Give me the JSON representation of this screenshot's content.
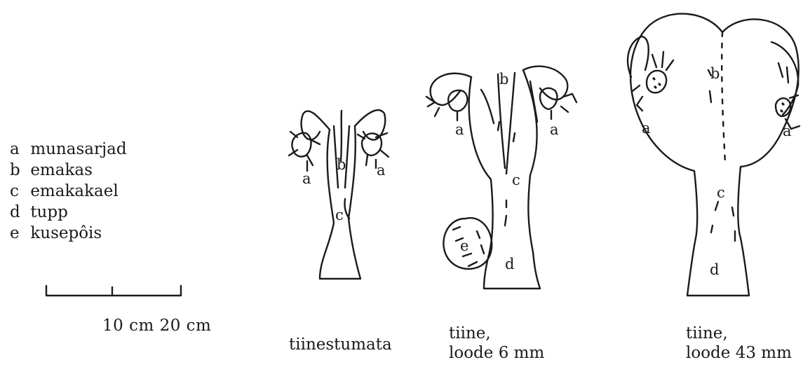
{
  "legend": [
    {
      "key": "a",
      "text": "munasarjad"
    },
    {
      "key": "b",
      "text": "emakas"
    },
    {
      "key": "c",
      "text": "emakakael"
    },
    {
      "key": "d",
      "text": "tupp"
    },
    {
      "key": "e",
      "text": "kusepôis"
    }
  ],
  "scale": {
    "label": "10 cm  20 cm"
  },
  "specimens": [
    {
      "caption_line1": "tiinestumata",
      "caption_line2": "",
      "part_labels": [
        "a",
        "b",
        "a",
        "c"
      ]
    },
    {
      "caption_line1": "tiine,",
      "caption_line2": "loode 6 mm",
      "part_labels": [
        "a",
        "b",
        "a",
        "c",
        "e",
        "d"
      ]
    },
    {
      "caption_line1": "tiine,",
      "caption_line2": "loode 43 mm",
      "part_labels": [
        "a",
        "b",
        "a",
        "c",
        "d"
      ]
    }
  ]
}
